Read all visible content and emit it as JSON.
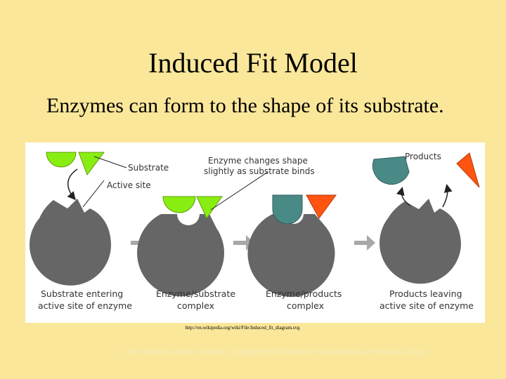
{
  "slide": {
    "title": "Induced Fit Model",
    "subtitle": "Enzymes can form to the shape of its substrate.",
    "source_url": "http://en.wikipedia.org/wiki/File:Induced_fit_diagram.svg",
    "footer": "Life Sciences-HHMI Outreach. Copyright 2009 President and Fellows of Harvard College."
  },
  "diagram": {
    "labels": {
      "substrate": "Substrate",
      "active_site": "Active site",
      "enzyme_changes_1": "Enzyme changes shape",
      "enzyme_changes_2": "slightly as substrate binds",
      "products": "Products"
    },
    "captions": [
      {
        "line1": "Substrate entering",
        "line2": "active site of enzyme"
      },
      {
        "line1": "Enzyme/substrate",
        "line2": "complex"
      },
      {
        "line1": "Enzyme/products",
        "line2": "complex"
      },
      {
        "line1": "Products leaving",
        "line2": "active site of enzyme"
      }
    ],
    "colors": {
      "enzyme": "#666666",
      "substrate": "#88ee11",
      "product_round": "#4a8a86",
      "product_triangle": "#ff5511",
      "arrow": "#a8a8a8"
    }
  }
}
